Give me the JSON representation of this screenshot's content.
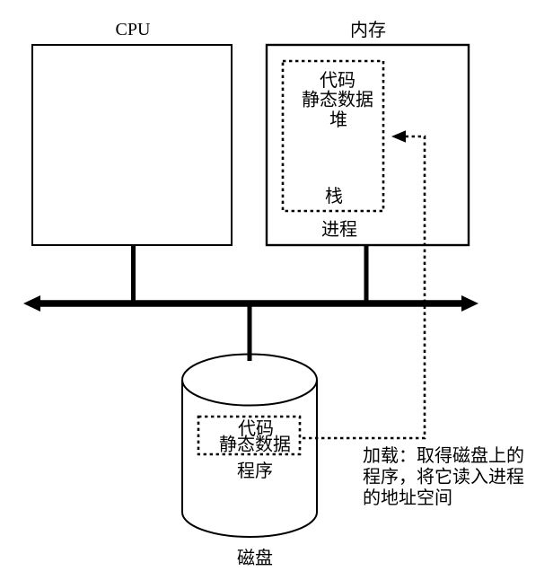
{
  "diagram": {
    "cpu": {
      "title": "CPU"
    },
    "memory": {
      "title": "内存",
      "address_space": {
        "code": "代码",
        "static_data": "静态数据",
        "heap": "堆",
        "stack": "栈",
        "process": "进程"
      }
    },
    "disk": {
      "code": "代码",
      "static_data": "静态数据",
      "program": "程序",
      "label": "磁盘"
    },
    "annotation": {
      "line1": "加载：取得磁盘上的",
      "line2": "程序，将它读入进程",
      "line3": "的地址空间"
    },
    "colors": {
      "ink": "#000000",
      "background": "#ffffff"
    }
  }
}
